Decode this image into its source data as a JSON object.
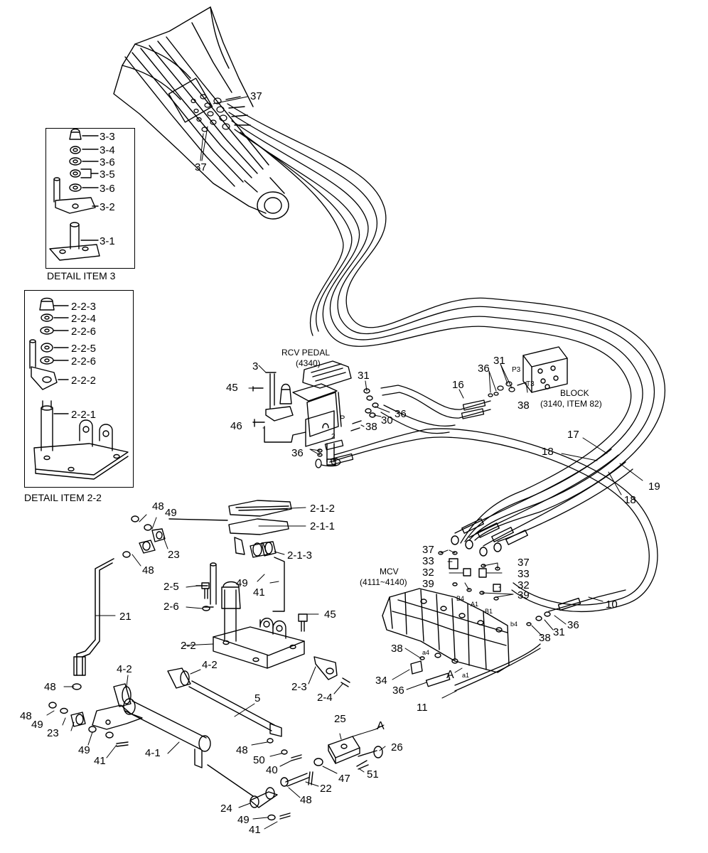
{
  "colors": {
    "ink": "#000000",
    "paper": "#ffffff"
  },
  "captions": {
    "detail_item_3": "DETAIL ITEM 3",
    "detail_item_2_2": "DETAIL ITEM 2-2",
    "rcv_pedal": "RCV PEDAL",
    "rcv_pedal_ref": "(4340)",
    "block": "BLOCK",
    "block_ref": "(3140, ITEM 82)",
    "mcv": "MCV",
    "mcv_ref": "(4111~4140)"
  },
  "detail3_labels": [
    "3-3",
    "3-4",
    "3-6",
    "3-5",
    "3-6",
    "3-2",
    "3-1"
  ],
  "detail22_labels": [
    "2-2-3",
    "2-2-4",
    "2-2-6",
    "2-2-5",
    "2-2-6",
    "2-2-2",
    "2-2-1"
  ],
  "callouts": {
    "c37a": "37",
    "c37b": "37",
    "c3": "3",
    "c45a": "45",
    "c46": "46",
    "c31a": "31",
    "c16": "16",
    "c36a": "36",
    "c31b": "31",
    "c38a": "38",
    "c36b": "36",
    "c30": "30",
    "c38b": "38",
    "c36c": "36",
    "c17": "17",
    "c18a": "18",
    "c19": "19",
    "c18b": "18",
    "c48a": "48",
    "c49a": "49",
    "c2_1_2": "2-1-2",
    "c2_1_1": "2-1-1",
    "c23a": "23",
    "c48b": "48",
    "c2_1_3": "2-1-3",
    "c49b": "49",
    "c41a": "41",
    "c2_5": "2-5",
    "c2_6": "2-6",
    "c45b": "45",
    "c21": "21",
    "c2_2": "2-2",
    "c2_3": "2-3",
    "c2_4": "2-4",
    "c4_2a": "4-2",
    "c4_2b": "4-2",
    "c5": "5",
    "c48c": "48",
    "c48d": "48",
    "c49c": "49",
    "c23b": "23",
    "c49d": "49",
    "c41b": "41",
    "c4_1": "4-1",
    "c48e": "48",
    "c50": "50",
    "c40": "40",
    "c25": "25",
    "cA1": "A",
    "c26": "26",
    "c51": "51",
    "c47": "47",
    "c22": "22",
    "c48f": "48",
    "c24": "24",
    "c49e": "49",
    "c41c": "41",
    "c37c": "37",
    "c33a": "33",
    "c32a": "32",
    "c39a": "39",
    "c37d": "37",
    "c33b": "33",
    "c32b": "32",
    "c39b": "39",
    "c10": "10",
    "c38c": "38",
    "c31c": "31",
    "c36d": "36",
    "c38d": "38",
    "c34": "34",
    "c36e": "36",
    "cA2": "A",
    "c11": "11"
  },
  "port_marks": {
    "p": "P",
    "p3": "P3",
    "t3": "T3",
    "two": "2",
    "b4": "B4",
    "a1": "A1",
    "b1": "B1",
    "b4s": "b4",
    "a4s": "a4",
    "a1s": "a1"
  }
}
